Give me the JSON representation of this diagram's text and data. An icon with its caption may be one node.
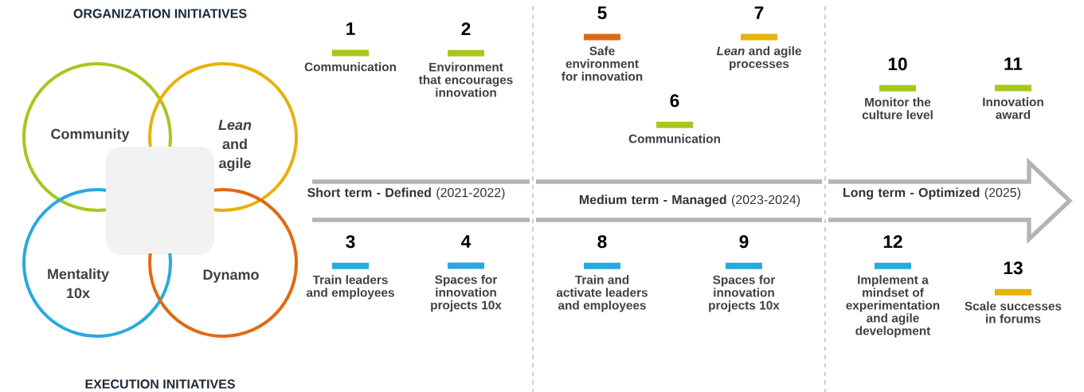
{
  "diagram": {
    "nodes": [
      {
        "text": [
          "Community"
        ]
      },
      {
        "text": [
          "*Lean* and agile"
        ]
      },
      {
        "text": [
          "Mentality 10x"
        ]
      },
      {
        "text": [
          "Dynamo"
        ]
      },
      {
        "text": [],
        "shape": "box"
      },
      {
        "text": [
          "1",
          "Communication"
        ]
      },
      {
        "text": [
          "2",
          "Environment that encourages innovation"
        ]
      },
      {
        "text": [
          "3",
          "Train leaders and employees"
        ]
      },
      {
        "text": [
          "4",
          "Spaces for innovation projects 10x"
        ]
      },
      {
        "text": [
          "5",
          "Safe environment for innovation"
        ]
      },
      {
        "text": [
          "6",
          "Communication"
        ]
      },
      {
        "text": [
          "7",
          "*Lean* and agile processes"
        ]
      },
      {
        "text": [
          "8",
          "Train and activate leaders and employees"
        ]
      },
      {
        "text": [
          "9",
          "Spaces for innovation projects 10x"
        ]
      },
      {
        "text": [
          "10",
          "Monitor the culture level"
        ]
      },
      {
        "text": [
          "11",
          "Innovation award"
        ]
      },
      {
        "text": [
          "12",
          "Implement a mindset of experimentation and agile development"
        ]
      },
      {
        "text": [
          "13",
          "Scale successes in forums"
        ]
      }
    ],
    "labels": [
      "ORGANIZATION INITIATIVES",
      "**Short term - Defined** (2021-2022)",
      "**Medium term - Managed** (2023-2024)",
      "**Long term - Optimized** (2025)",
      "EXECUTION INITIATIVES"
    ]
  }
}
